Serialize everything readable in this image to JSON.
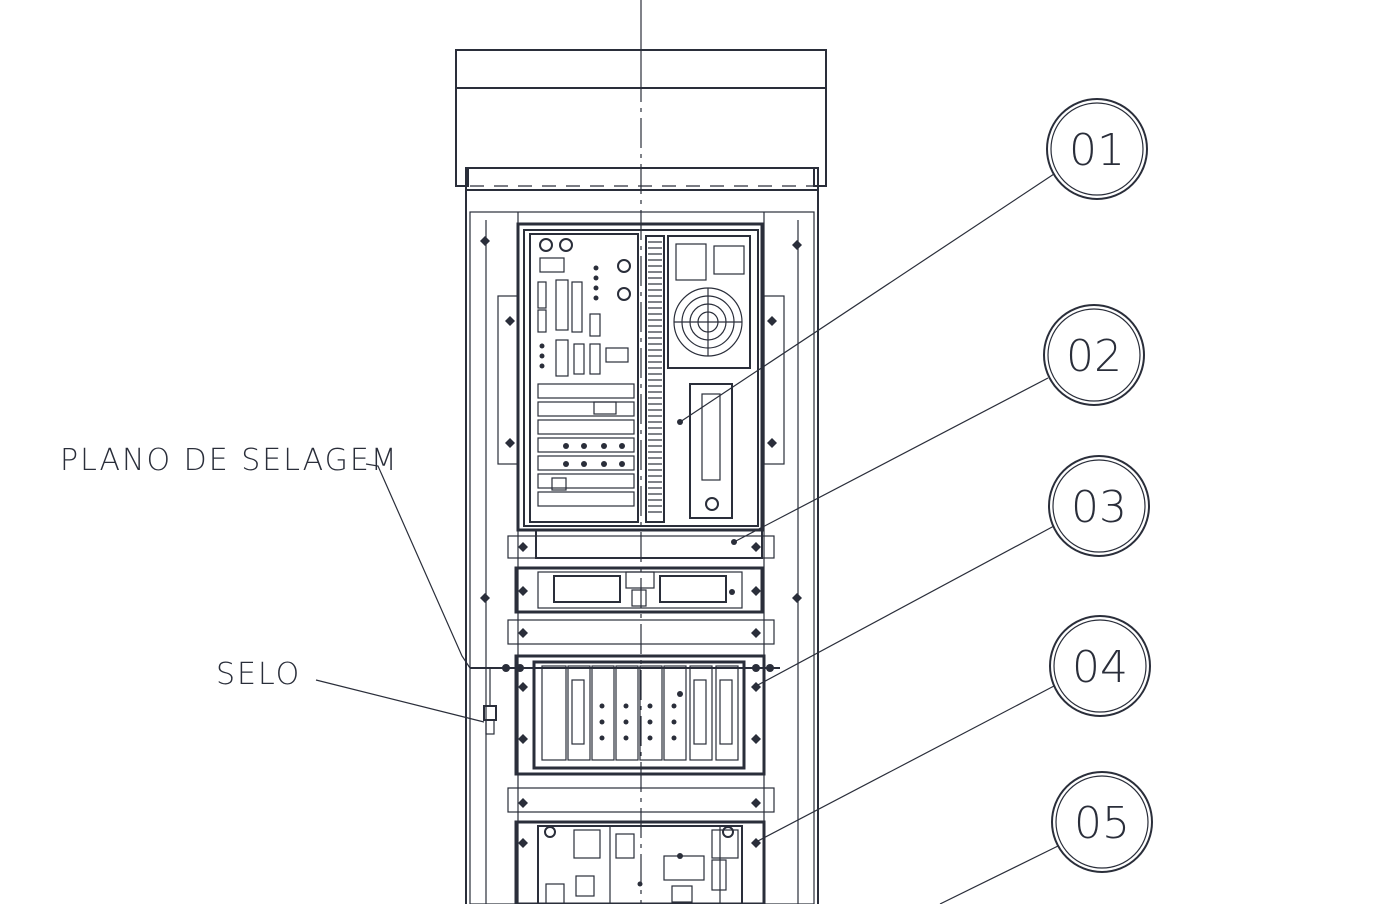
{
  "labels": {
    "sealing_plane": "PLANO DE SELAGEM",
    "seal": "SELO"
  },
  "callouts": [
    "01",
    "02",
    "03",
    "04",
    "05"
  ],
  "colors": {
    "ink": "#2a2e3a",
    "paper": "#ffffff"
  }
}
